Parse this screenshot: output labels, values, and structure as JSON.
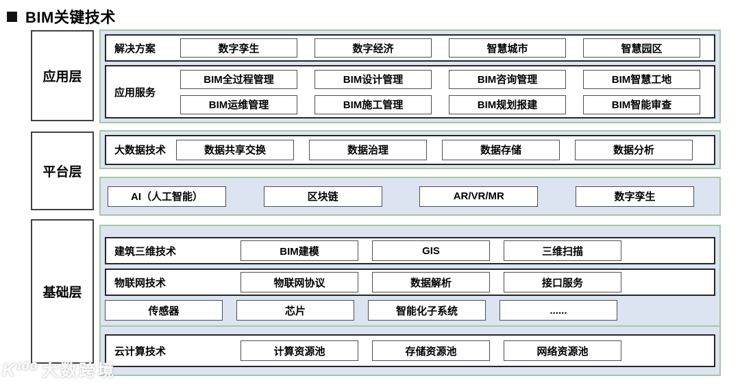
{
  "title": {
    "text": "BIM关键技术"
  },
  "watermark": {
    "logo": "K¹⁰⁰",
    "text": "大数跨境"
  },
  "colors": {
    "container_border": "#a9c6a2",
    "container_fill": "#dce4f2",
    "box_border": "#4d4d4d",
    "row_border": "#262626",
    "text": "#000000"
  },
  "layers": [
    {
      "label": "应用层",
      "groups": [
        {
          "rows": [
            {
              "label": "解决方案",
              "items": [
                "数字孪生",
                "数字经济",
                "智慧城市",
                "智慧园区"
              ]
            },
            {
              "label": "应用服务",
              "item_rows": [
                [
                  "BIM全过程管理",
                  "BIM设计管理",
                  "BIM咨询管理",
                  "BIM智慧工地"
                ],
                [
                  "BIM运维管理",
                  "BIM施工管理",
                  "BIM规划报建",
                  "BIM智能审查"
                ]
              ]
            }
          ]
        }
      ]
    },
    {
      "label": "平台层",
      "groups": [
        {
          "rows": [
            {
              "label": "大数据技术",
              "items": [
                "数据共享交换",
                "数据治理",
                "数据存储",
                "数据分析"
              ]
            }
          ]
        },
        {
          "bare_items": [
            "AI（人工智能）",
            "区块链",
            "AR/VR/MR",
            "数字孪生"
          ]
        }
      ]
    },
    {
      "label": "基础层",
      "groups": [
        {
          "rows": [
            {
              "label": "建筑三维技术",
              "items": [
                "BIM建模",
                "GIS",
                "三维扫描"
              ]
            },
            {
              "label": "物联网技术",
              "items": [
                "物联网协议",
                "数据解析",
                "接口服务"
              ]
            }
          ],
          "bare_items": [
            "传感器",
            "芯片",
            "智能化子系统",
            "......"
          ]
        },
        {
          "rows": [
            {
              "label": "云计算技术",
              "items": [
                "计算资源池",
                "存储资源池",
                "网络资源池"
              ]
            }
          ]
        }
      ]
    }
  ]
}
